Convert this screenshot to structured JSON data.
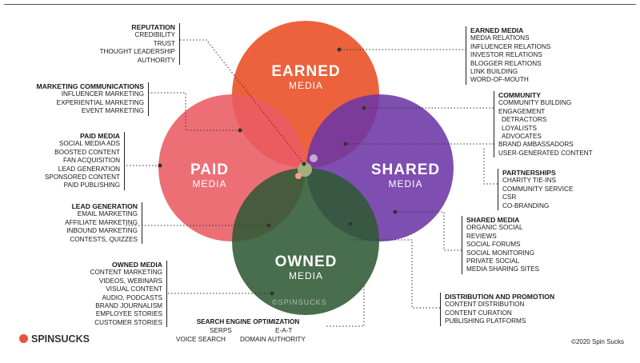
{
  "circles": {
    "earned": {
      "title": "EARNED",
      "sub": "MEDIA",
      "color": "#ea5a32"
    },
    "paid": {
      "title": "PAID",
      "sub": "MEDIA",
      "color": "#ea5b63"
    },
    "shared": {
      "title": "SHARED",
      "sub": "MEDIA",
      "color": "#6d35a6"
    },
    "owned": {
      "title": "OWNED",
      "sub": "MEDIA",
      "color": "#2f5a34"
    }
  },
  "watermark": "©SPINSUCKS",
  "left": {
    "reputation": {
      "title": "REPUTATION",
      "items": [
        "CREDIBILITY",
        "TRUST",
        "THOUGHT LEADERSHIP",
        "AUTHORITY"
      ]
    },
    "marcom": {
      "title": "MARKETING COMMUNICATIONS",
      "items": [
        "INFLUENCER MARKETING",
        "EXPERIENTIAL MARKETING",
        "EVENT MARKETING"
      ]
    },
    "paid_media": {
      "title": "PAID MEDIA",
      "items": [
        "SOCIAL MEDIA ADS",
        "BOOSTED CONTENT",
        "FAN ACQUISITION",
        "LEAD GENERATION",
        "SPONSORED CONTENT",
        "PAID PUBLISHING"
      ]
    },
    "lead_gen": {
      "title": "LEAD GENERATION",
      "items": [
        "EMAIL MARKETING",
        "AFFILIATE MARKETING",
        "INBOUND MARKETING",
        "CONTESTS, QUIZZES"
      ]
    },
    "owned_media": {
      "title": "OWNED MEDIA",
      "items": [
        "CONTENT MARKETING",
        "VIDEOS, WEBINARS",
        "VISUAL CONTENT",
        "AUDIO, PODCASTS",
        "BRAND JOURNALISM",
        "EMPLOYEE STORIES",
        "CUSTOMER STORIES"
      ]
    }
  },
  "right": {
    "earned_media": {
      "title": "EARNED MEDIA",
      "items": [
        "MEDIA RELATIONS",
        "INFLUENCER RELATIONS",
        "INVESTOR RELATIONS",
        "BLOGGER RELATIONS",
        "LINK BUILDING",
        "WORD-OF-MOUTH"
      ]
    },
    "community": {
      "title": "COMMUNITY",
      "items": [
        "COMMUNITY BUILDING",
        "ENGAGEMENT",
        "DETRACTORS",
        "LOYALISTS",
        "ADVOCATES",
        "BRAND AMBASSADORS",
        "USER-GENERATED CONTENT"
      ]
    },
    "partnerships": {
      "title": "PARTNERSHIPS",
      "items": [
        "CHARITY TIE-INS",
        "COMMUNITY SERVICE",
        "CSR",
        "CO-BRANDING"
      ]
    },
    "shared_media": {
      "title": "SHARED MEDIA",
      "items": [
        "ORGANIC SOCIAL",
        "REVIEWS",
        "SOCIAL FORUMS",
        "SOCIAL MONITORING",
        "PRIVATE SOCIAL",
        "MEDIA SHARING SITES"
      ]
    },
    "distribution": {
      "title": "DISTRIBUTION AND PROMOTION",
      "items": [
        "CONTENT DISTRIBUTION",
        "CONTENT CURATION",
        "PUBLISHING PLATFORMS"
      ]
    }
  },
  "seo": {
    "title": "SEARCH ENGINE OPTIMIZATION",
    "items": [
      "SERPS",
      "E-A-T",
      "VOICE SEARCH",
      "DOMAIN AUTHORITY"
    ]
  },
  "brand": "SPINSUCKS",
  "copyright": "©2020 Spin Sucks"
}
